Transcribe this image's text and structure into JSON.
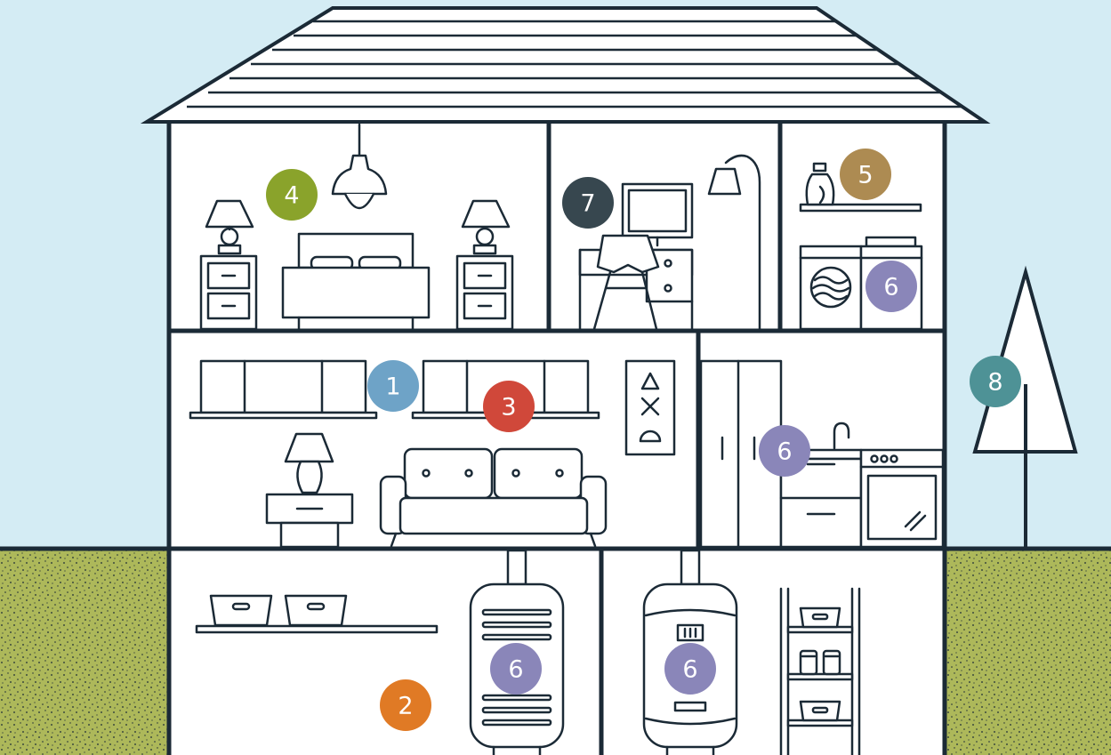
{
  "colors": {
    "sky": "#d4ecf4",
    "grass": "#adb85a",
    "line": "#1b2a36",
    "wall": "#ffffff"
  },
  "markers": [
    {
      "id": "m1",
      "label": "1",
      "color": "#6ea3c7"
    },
    {
      "id": "m2",
      "label": "2",
      "color": "#e07a25"
    },
    {
      "id": "m3",
      "label": "3",
      "color": "#d0483a"
    },
    {
      "id": "m4",
      "label": "4",
      "color": "#8aa32b"
    },
    {
      "id": "m5",
      "label": "5",
      "color": "#ad8b52"
    },
    {
      "id": "m6a",
      "label": "6",
      "color": "#8a86b9"
    },
    {
      "id": "m6b",
      "label": "6",
      "color": "#8a86b9"
    },
    {
      "id": "m6c",
      "label": "6",
      "color": "#8a86b9"
    },
    {
      "id": "m6d",
      "label": "6",
      "color": "#8a86b9"
    },
    {
      "id": "m7",
      "label": "7",
      "color": "#37474f"
    },
    {
      "id": "m8",
      "label": "8",
      "color": "#4e9296"
    }
  ],
  "icons": [
    "roof",
    "pendant-lamp-icon",
    "table-lamp-icon",
    "bed-icon",
    "nightstand-icon",
    "monitor-icon",
    "desk-chair-icon",
    "floor-lamp-icon",
    "detergent-bottle-icon",
    "washing-machine-icon",
    "dryer-icon",
    "bookshelf-icon",
    "sofa-icon",
    "wall-art-icon",
    "refrigerator-icon",
    "sink-icon",
    "oven-icon",
    "storage-bin-icon",
    "water-heater-icon",
    "furnace-icon",
    "pantry-shelf-icon",
    "tree-icon"
  ]
}
